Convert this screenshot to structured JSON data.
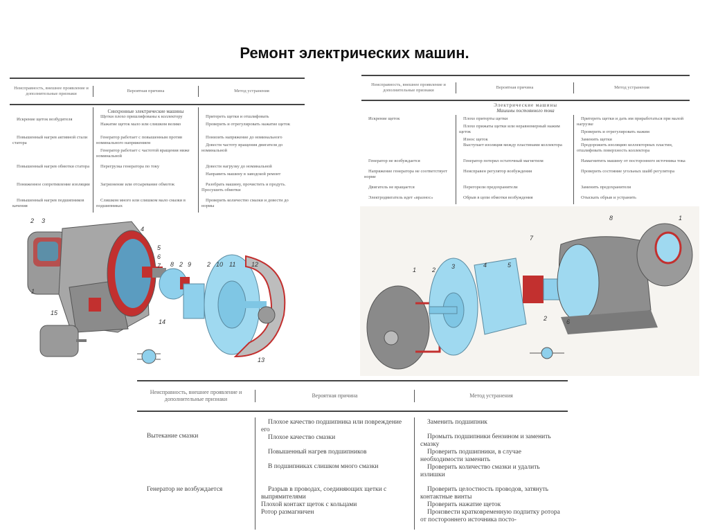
{
  "title": "Ремонт электрических машин.",
  "tables": {
    "synchronous": {
      "headers": [
        "Неисправность, внешнее проявление и дополнительные признаки",
        "Вероятная причина",
        "Метод устранения"
      ],
      "section": "Синхронные электрические машины",
      "rows": [
        {
          "fault": "Искрение щеток возбудителя",
          "causes": [
            "Щетки плохо пришлифованы к коллектору",
            "Нажатие щеток мало или слишком велико"
          ],
          "remedies": [
            "Притереть щетки и отшлифовать",
            "Проверить и отрегулировать нажатие щеток"
          ]
        },
        {
          "fault": "Повышенный нагрев активной стали статора",
          "causes": [
            "Генератор работает с повышенным против номинального напряжением",
            "Генератор работает с частотой вращения ниже номинальной"
          ],
          "remedies": [
            "Понизить напряжение до номинального",
            "Довести частоту вращения двигателя до номинальной"
          ]
        },
        {
          "fault": "Повышенный нагрев обмотки статора",
          "causes": [
            "Перегрузка генератора по току"
          ],
          "remedies": [
            "Довести нагрузку до номинальной",
            "Направить машину в заводской ремонт"
          ]
        },
        {
          "fault": "Пониженное сопротивление изоляции",
          "causes": [
            "Загрязнение или отсыревание обмоток"
          ],
          "remedies": [
            "Разобрать машину, прочистить и продуть. Просушить обмотки"
          ]
        },
        {
          "fault": "Повышенный нагрев подшипников качения",
          "causes": [
            "Слишком много или слишком мало смазки в подшипниках"
          ],
          "remedies": [
            "Проверить количество смазки и довести до нормы"
          ]
        }
      ]
    },
    "dc": {
      "headers": [
        "Неисправность, внешнее проявление и дополнительные признаки",
        "Вероятная причина",
        "Метод устранения"
      ],
      "section": "Электрические машины",
      "subsection": "Машины постоянного тока",
      "rows": [
        {
          "fault": "Искрение щеток",
          "causes": [
            "Плохо притерты щетки",
            "Плохо прижаты щетки или неравномерный нажим щеток",
            "Износ щеток",
            "Выступает изоляция между пластинами коллектора"
          ],
          "remedies": [
            "Притереть щетки и дать им приработаться при малой нагрузке",
            "Проверить и отрегулировать нажим",
            "Заменить щетки",
            "Продорожить изоляцию коллекторных пластин, отшлифовать поверхность коллектора"
          ]
        },
        {
          "fault": "Генератор не возбуждается",
          "causes": [
            "Генератор потерял остаточный магнетизм"
          ],
          "remedies": [
            "Намагнитить машину от постороннего источника тока"
          ]
        },
        {
          "fault": "Напряжение генератора не соответствует норме",
          "causes": [
            "Неисправен регулятор возбуждения"
          ],
          "remedies": [
            "Проверить состояние угольных шайб регулятора"
          ]
        },
        {
          "fault": "Двигатель не вращается",
          "causes": [
            "Перегорели предохранители"
          ],
          "remedies": [
            "Заменить предохранители"
          ]
        },
        {
          "fault": "Электродвигатель идет «вразнос»",
          "causes": [
            "Обрыв в цепи обмотки возбуждения"
          ],
          "remedies": [
            "Отыскать обрыв и устранить"
          ]
        }
      ]
    },
    "bearings": {
      "headers": [
        "Неисправность, внешнее проявление и дополнительные признаки",
        "Вероятная причина",
        "Метод устранения"
      ],
      "rows": [
        {
          "fault": "Вытекание смазки",
          "causes": [
            "Плохое качество подшипника или повреждение его",
            "Плохое качество смазки",
            "Повышенный нагрев подшипников",
            "В подшипниках слишком много смазки"
          ],
          "remedies": [
            "Заменить подшипник",
            "Промыть подшипники бензином и заменить смазку",
            "Проверить подшипники, в случае необходимости заменить",
            "Проверить количество смазки и удалить излишки"
          ]
        },
        {
          "fault": "Генератор не возбуждается",
          "causes": [
            "Разрыв в проводах, соединяющих щетки с выпрямителями",
            "Плохой контакт щеток с кольцами",
            "Ротор размагничен"
          ],
          "remedies": [
            "Проверить целостность проводов, затянуть контактные винты",
            "Проверить нажатие щеток",
            "Произвести кратковременную подпитку ротора от постороннего источника посто-"
          ]
        }
      ]
    }
  },
  "illustrations": {
    "synchronous_generator": {
      "labels": [
        "2",
        "3",
        "4",
        "5",
        "6",
        "7",
        "8",
        "2",
        "9",
        "2",
        "10",
        "11",
        "12",
        "1",
        "15",
        "14",
        "13"
      ]
    },
    "dc_machine": {
      "labels": [
        "1",
        "2",
        "3",
        "4",
        "5",
        "7",
        "8",
        "1",
        "2",
        "6"
      ]
    }
  },
  "colors": {
    "steel": "#8d8d8d",
    "winding_red": "#c2302f",
    "core_blue": "#7fc6e4"
  }
}
